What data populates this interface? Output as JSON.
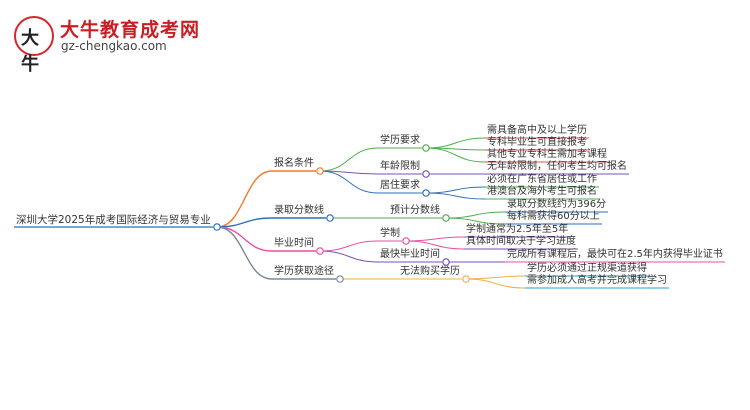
{
  "logo": {
    "mark_text": "大牛",
    "brand": "大牛教育成考网",
    "url": "gz-chengkao.com"
  },
  "root": "深圳大学2025年成考国际经济与贸易专业",
  "branches": [
    {
      "label": "报名条件",
      "color": "#f07a2b",
      "children": [
        {
          "label": "学历要求",
          "color": "#4cae4c",
          "children": [
            {
              "label": "需具备高中及以上学历",
              "color": "#d9534f"
            },
            {
              "label": "专科毕业生可直接报考",
              "color": "#d9534f"
            },
            {
              "label": "其他专业专科生需加考课程",
              "color": "#d9534f"
            }
          ]
        },
        {
          "label": "年龄限制",
          "color": "#7a52b5",
          "children": [
            {
              "label": "无年龄限制，任何考生均可报名",
              "color": "#7a52b5"
            }
          ]
        },
        {
          "label": "居住要求",
          "color": "#2e6fb7",
          "children": [
            {
              "label": "必须在广东省居住或工作",
              "color": "#4cae4c"
            },
            {
              "label": "港澳台及海外考生可报名",
              "color": "#4cae4c"
            }
          ]
        }
      ]
    },
    {
      "label": "录取分数线",
      "color": "#2e6fb7",
      "children": [
        {
          "label": "预计分数线",
          "color": "#4cae4c",
          "children": [
            {
              "label": "录取分数线约为396分",
              "color": "#2e6fb7"
            },
            {
              "label": "每科需获得60分以上",
              "color": "#2e6fb7"
            }
          ]
        }
      ]
    },
    {
      "label": "毕业时间",
      "color": "#e84fa1",
      "children": [
        {
          "label": "学制",
          "color": "#e84fa1",
          "children": [
            {
              "label": "学制通常为2.5年至5年",
              "color": "#7a52b5"
            },
            {
              "label": "具体时间取决于学习进度",
              "color": "#7a52b5"
            }
          ]
        },
        {
          "label": "最快毕业时间",
          "color": "#7a52b5",
          "children": [
            {
              "label": "完成所有课程后，最快可在2.5年内获得毕业证书",
              "color": "#e84fa1"
            }
          ]
        }
      ]
    },
    {
      "label": "学历获取途径",
      "color": "#7a8a99",
      "children": [
        {
          "label": "无法购买学历",
          "color": "#f0ad4e",
          "children": [
            {
              "label": "学历必须通过正规渠道获得",
              "color": "#27a4c9"
            },
            {
              "label": "需参加成人高考并完成课程学习",
              "color": "#27a4c9"
            }
          ]
        }
      ]
    }
  ]
}
